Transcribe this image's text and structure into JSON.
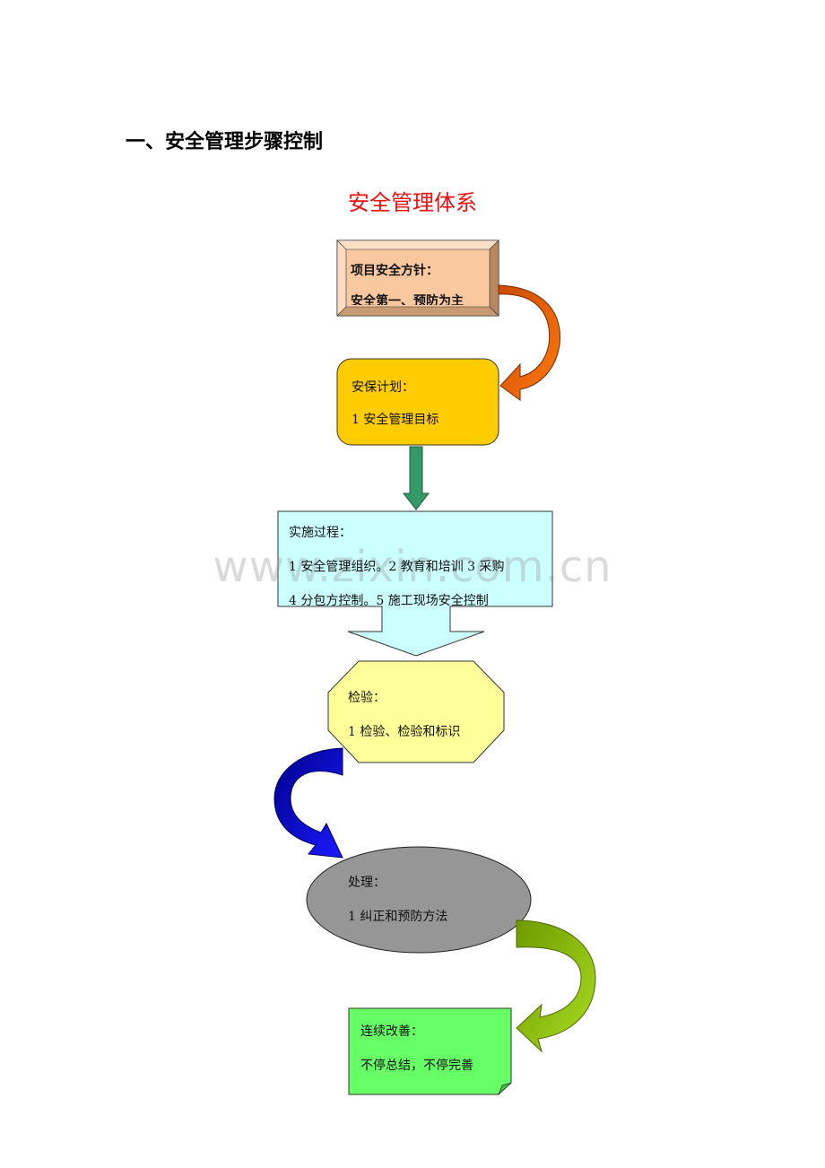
{
  "heading": "一、安全管理步骤控制",
  "subtitle": "安全管理体系",
  "watermark": "www.zixin.com.cn",
  "steps": [
    {
      "label": "项目安全方针：",
      "line2": "安全第一、预防为主"
    },
    {
      "label": "安保计划：",
      "line2": "1 安全管理目标"
    },
    {
      "label": "实施过程：",
      "line2": "1 安全管理组织。2 教育和培训 3 采购",
      "line3": "4 分包方控制。5 施工现场安全控制"
    },
    {
      "label": "检验：",
      "line2": "1 检验、检验和标识"
    },
    {
      "label": "处理：",
      "line2": "1 纠正和预防方法"
    },
    {
      "label": "连续改善：",
      "line2": "不停总结，不停完善"
    }
  ],
  "colors": {
    "policy_box": "#f9c89e",
    "plan_box": "#ffcc00",
    "process_box": "#ccffff",
    "inspect_box": "#ffff99",
    "handle_box": "#969696",
    "improve_box": "#66ff66",
    "arrow_orange": "#ff6600",
    "arrow_green": "#339966",
    "arrow_blue": "#0000ff",
    "arrow_lime": "#99cc00"
  }
}
